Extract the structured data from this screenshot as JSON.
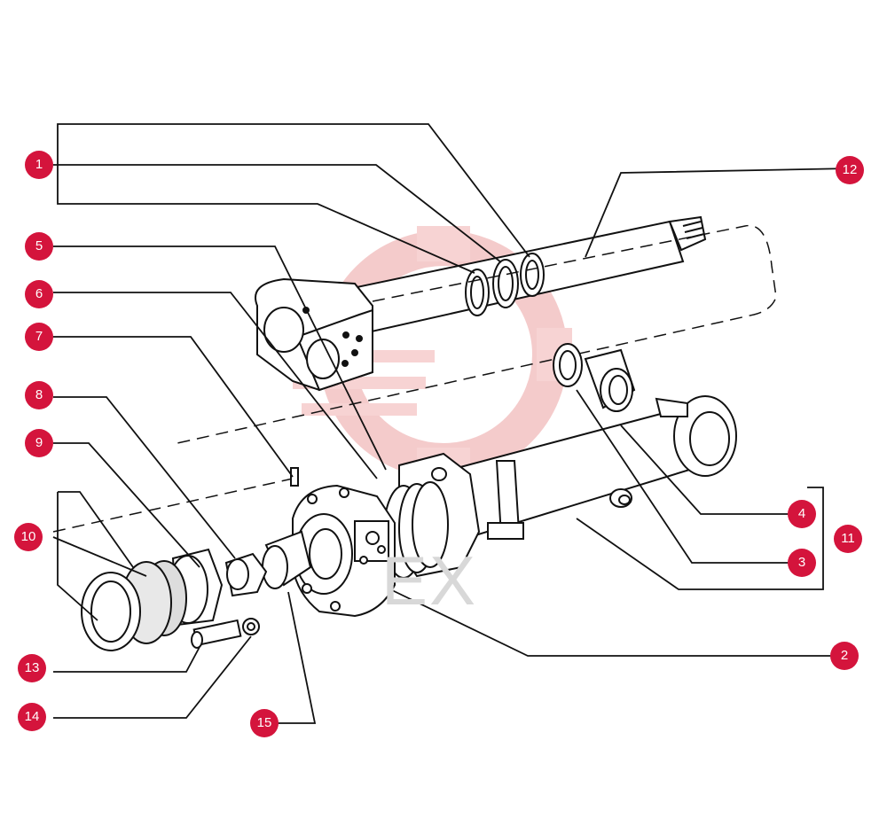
{
  "diagram": {
    "watermark_text": "EX",
    "colors": {
      "callout": "#d4143c",
      "line": "#111111",
      "watermark": "#f3c7c7"
    },
    "callouts": [
      {
        "id": "c1",
        "label": "1"
      },
      {
        "id": "c2",
        "label": "2"
      },
      {
        "id": "c3",
        "label": "3"
      },
      {
        "id": "c4",
        "label": "4"
      },
      {
        "id": "c5",
        "label": "5"
      },
      {
        "id": "c6",
        "label": "6"
      },
      {
        "id": "c7",
        "label": "7"
      },
      {
        "id": "c8",
        "label": "8"
      },
      {
        "id": "c9",
        "label": "9"
      },
      {
        "id": "c10",
        "label": "10"
      },
      {
        "id": "c11",
        "label": "11"
      },
      {
        "id": "c12",
        "label": "12"
      },
      {
        "id": "c13",
        "label": "13"
      },
      {
        "id": "c14",
        "label": "14"
      },
      {
        "id": "c15",
        "label": "15"
      }
    ]
  }
}
